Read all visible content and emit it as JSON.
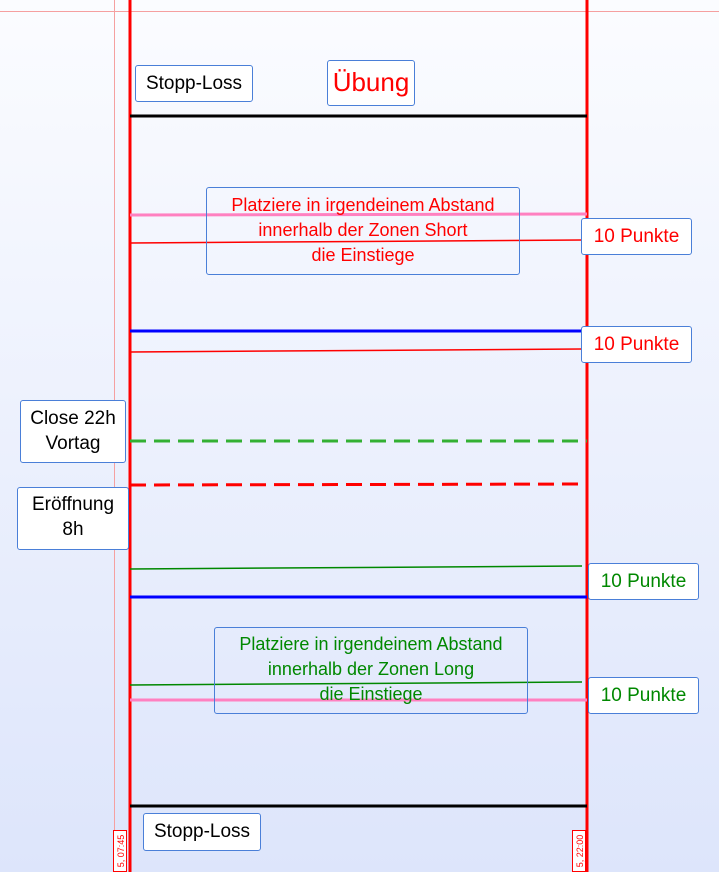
{
  "title": "Übung",
  "stop_loss_top": "Stopp-Loss",
  "stop_loss_bottom": "Stopp-Loss",
  "short_note": "Platziere in irgendeinem Abstand\ninnerhalb der Zonen Short\ndie Einstiege",
  "long_note": "Platziere in irgendeinem Abstand\ninnerhalb der Zonen Long\ndie Einstiege",
  "points": [
    "10 Punkte",
    "10 Punkte",
    "10 Punkte",
    "10 Punkte"
  ],
  "close_label": "Close 22h\nVortag",
  "open_label": "Eröffnung\n8h",
  "time_start": "5, 07:45",
  "time_end": "5, 22:00",
  "colors": {
    "red": "#ff0000",
    "green": "#008000",
    "blue": "#0000ff",
    "pink": "#ff80c0",
    "dashgreen": "#33b033"
  }
}
